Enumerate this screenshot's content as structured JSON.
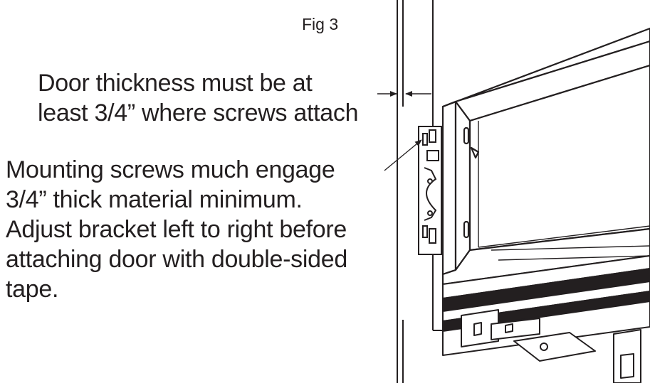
{
  "figure": {
    "label": "Fig 3"
  },
  "callouts": {
    "thickness_note": {
      "lines": [
        "Door thickness must be at",
        "least 3/4” where screws attach"
      ]
    },
    "screws_note": {
      "lines": [
        "Mounting screws much engage",
        "3/4” thick material minimum.",
        "Adjust bracket left to right before",
        "attaching door with double-sided",
        "tape."
      ]
    }
  },
  "colors": {
    "ink": "#231f20",
    "paper": "#ffffff"
  }
}
